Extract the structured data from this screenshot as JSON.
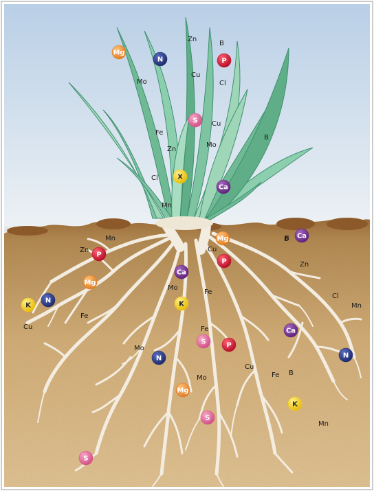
{
  "balls": [
    {
      "label": "Mg",
      "color": "orange"
    },
    {
      "label": "N",
      "color": "navy"
    },
    {
      "label": "P",
      "color": "red"
    },
    {
      "label": "S",
      "color": "pink"
    },
    {
      "label": "X",
      "color": "yellow"
    },
    {
      "label": "Ca",
      "color": "purple"
    },
    {
      "label": "B",
      "color": "purple"
    },
    {
      "label": "Ca",
      "color": "purple"
    },
    {
      "label": "Mg",
      "color": "orange"
    },
    {
      "label": "P",
      "color": "red"
    },
    {
      "label": "P",
      "color": "red"
    },
    {
      "label": "Mg",
      "color": "orange"
    },
    {
      "label": "Ca",
      "color": "purple"
    },
    {
      "label": "K",
      "color": "yellow"
    },
    {
      "label": "N",
      "color": "navy"
    },
    {
      "label": "K",
      "color": "yellow"
    },
    {
      "label": "S",
      "color": "pink"
    },
    {
      "label": "P",
      "color": "red"
    },
    {
      "label": "Ca",
      "color": "purple"
    },
    {
      "label": "N",
      "color": "navy"
    },
    {
      "label": "N",
      "color": "navy"
    },
    {
      "label": "Mg",
      "color": "orange"
    },
    {
      "label": "S",
      "color": "pink"
    },
    {
      "label": "K",
      "color": "yellow"
    },
    {
      "label": "S",
      "color": "pink"
    }
  ],
  "labels": [
    "Zn",
    "B",
    "Mo",
    "Cu",
    "Cl",
    "Cu",
    "Fe",
    "Mo",
    "Zn",
    "B",
    "Cl",
    "Mn",
    "Mn",
    "Zn",
    "Cu",
    "B",
    "Zn",
    "Mo",
    "Fe",
    "Fe",
    "Cl",
    "Cu",
    "Fe",
    "Mn",
    "Mo",
    "Mo",
    "Cu",
    "Fe",
    "B",
    "Mn"
  ],
  "colors": {
    "orange": "#e07a1f",
    "navy": "#22307a",
    "red": "#c8102e",
    "pink": "#d8568c",
    "yellow": "#f2cc14",
    "purple": "#6a2a86"
  }
}
